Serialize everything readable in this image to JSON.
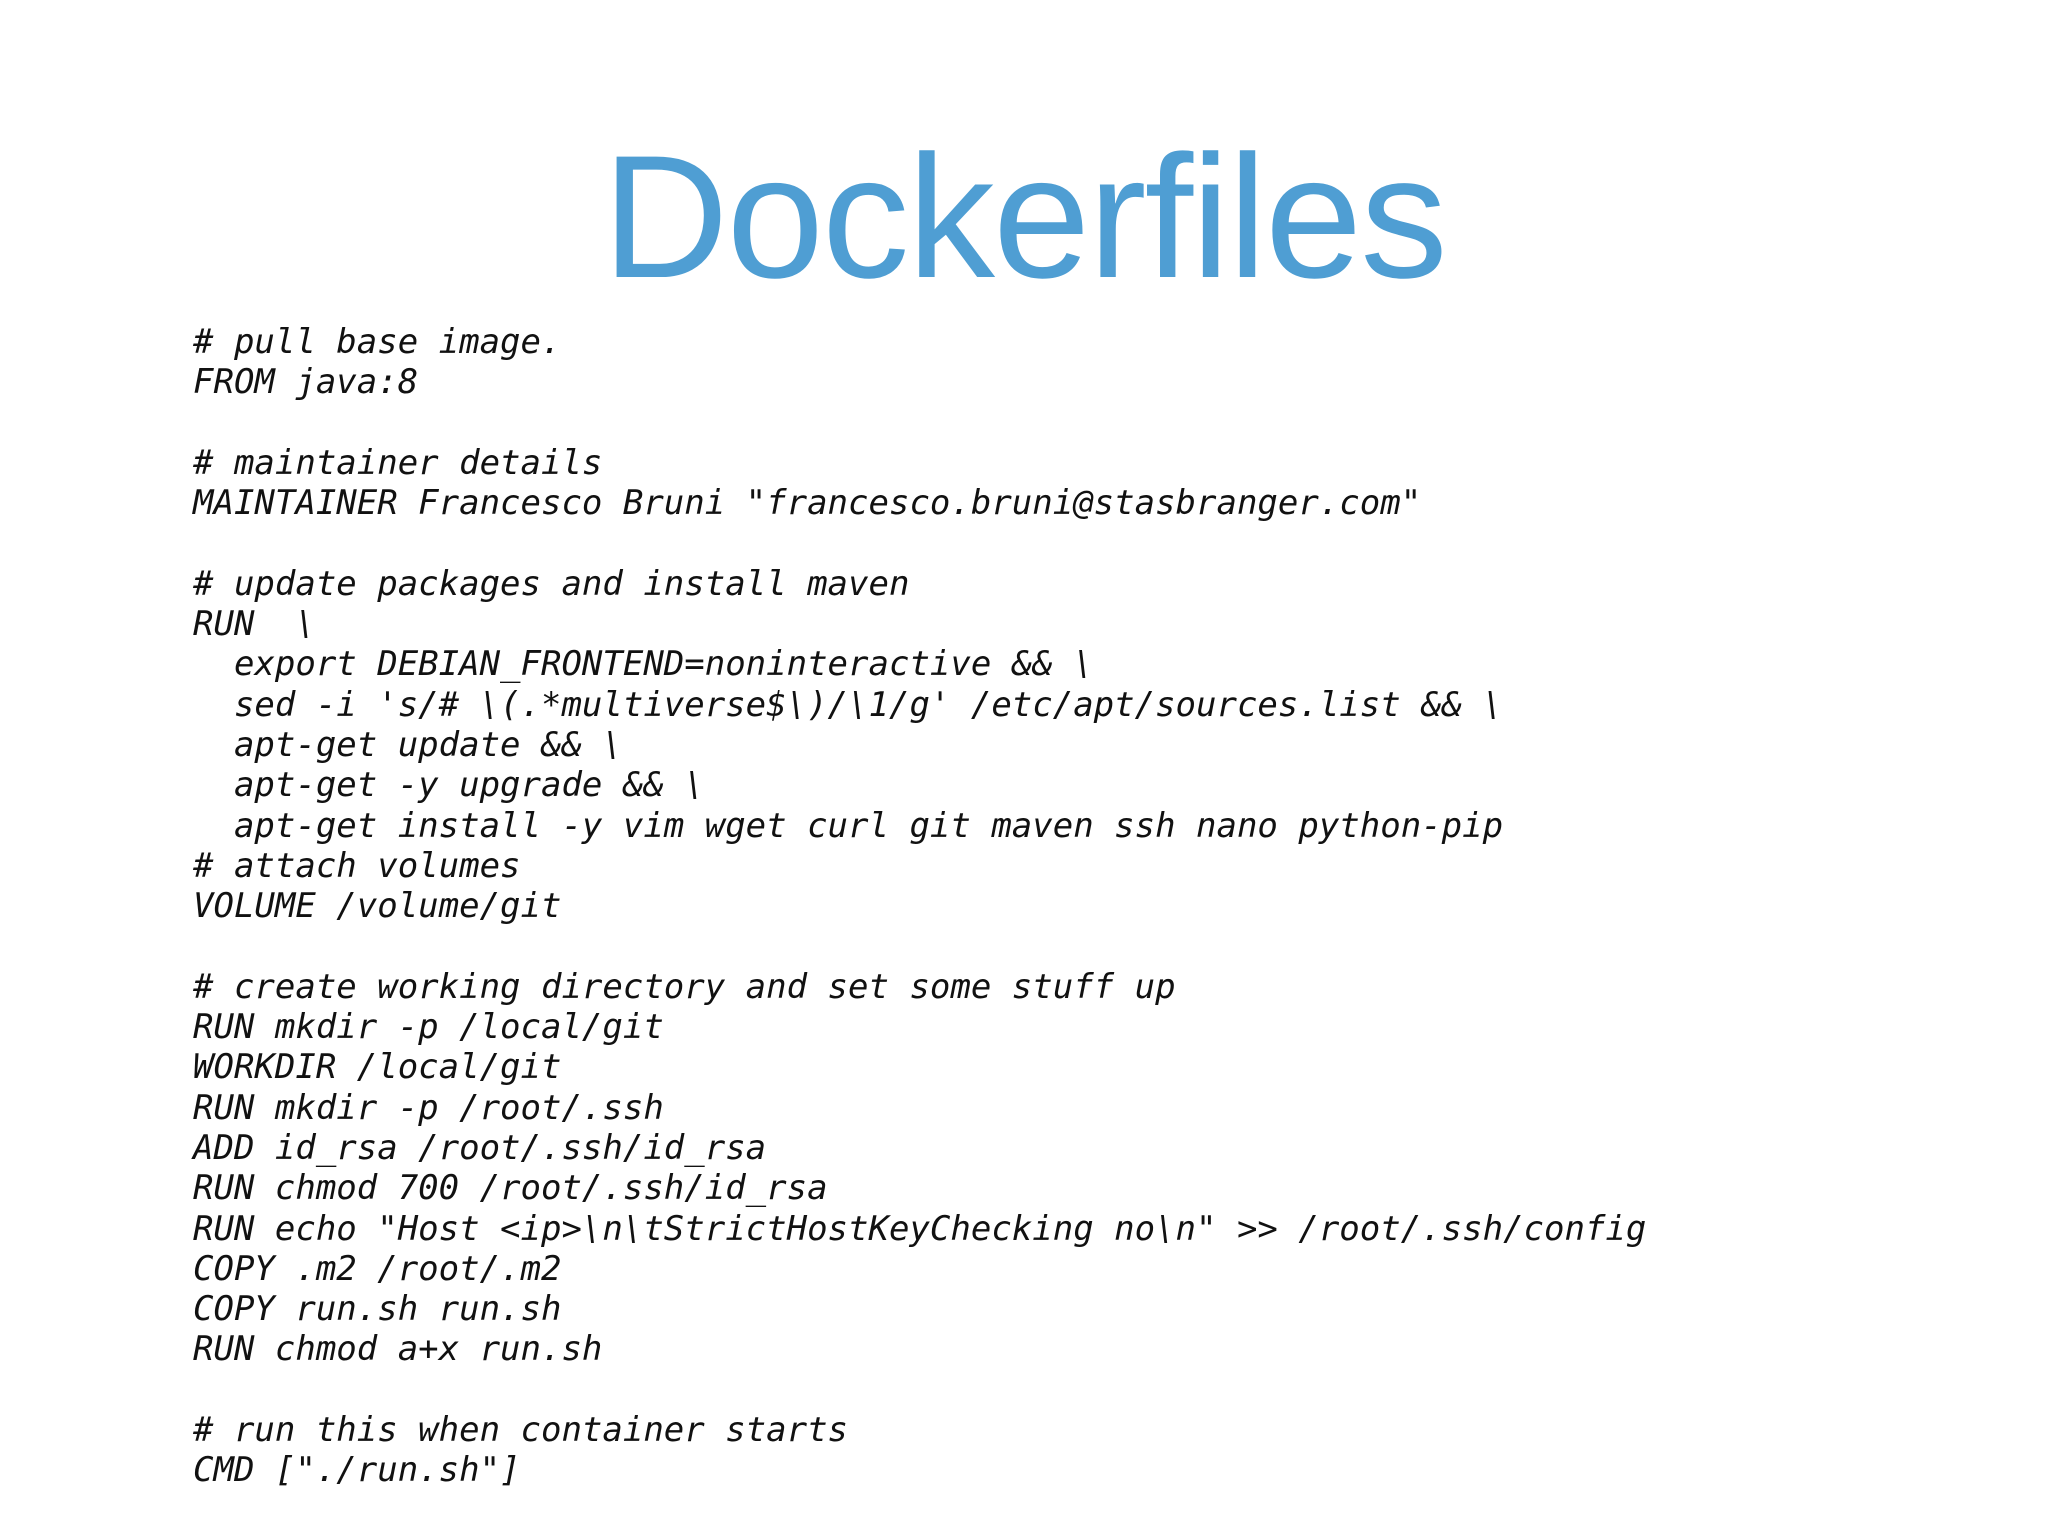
{
  "slide": {
    "title": "Dockerfiles",
    "code_lines": [
      "# pull base image.",
      "FROM java:8",
      "",
      "# maintainer details",
      "MAINTAINER Francesco Bruni \"francesco.bruni@stasbranger.com\"",
      "",
      "# update packages and install maven",
      "RUN  \\",
      "  export DEBIAN_FRONTEND=noninteractive && \\",
      "  sed -i 's/# \\(.*multiverse$\\)/\\1/g' /etc/apt/sources.list && \\",
      "  apt-get update && \\",
      "  apt-get -y upgrade && \\",
      "  apt-get install -y vim wget curl git maven ssh nano python-pip",
      "# attach volumes",
      "VOLUME /volume/git",
      "",
      "# create working directory and set some stuff up",
      "RUN mkdir -p /local/git",
      "WORKDIR /local/git",
      "RUN mkdir -p /root/.ssh",
      "ADD id_rsa /root/.ssh/id_rsa",
      "RUN chmod 700 /root/.ssh/id_rsa",
      "RUN echo \"Host <ip>\\n\\tStrictHostKeyChecking no\\n\" >> /root/.ssh/config",
      "COPY .m2 /root/.m2",
      "COPY run.sh run.sh",
      "RUN chmod a+x run.sh",
      "",
      "# run this when container starts",
      "CMD [\"./run.sh\"]"
    ]
  },
  "colors": {
    "title": "#4f9ed3",
    "code_text": "#111111",
    "background": "#ffffff"
  }
}
